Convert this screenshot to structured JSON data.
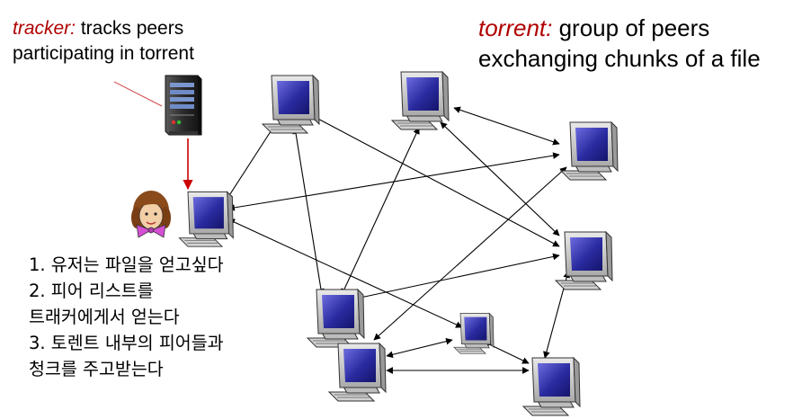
{
  "tracker": {
    "term": "tracker:",
    "line1_rest": " tracks peers",
    "line2": "participating in torrent"
  },
  "torrent": {
    "term": "torrent:",
    "line1_rest": " group of peers",
    "line2": "exchanging  chunks of a file"
  },
  "steps": [
    "1. 유저는 파일을 얻고싶다",
    "2. 피어 리스트를",
    "트래커에게서 얻는다",
    "3. 토렌트 내부의 피어들과",
    "청크를 주고받는다"
  ],
  "colors": {
    "term": "#b00000",
    "tracker_arrow": "#cc0000",
    "screen": "#2c2ca6",
    "computer_body": "#cfcfcf",
    "edge": "#000000"
  },
  "icons": {
    "computer": "desktop-computer-icon",
    "server": "tracker-server-icon",
    "user": "user-avatar-icon"
  }
}
